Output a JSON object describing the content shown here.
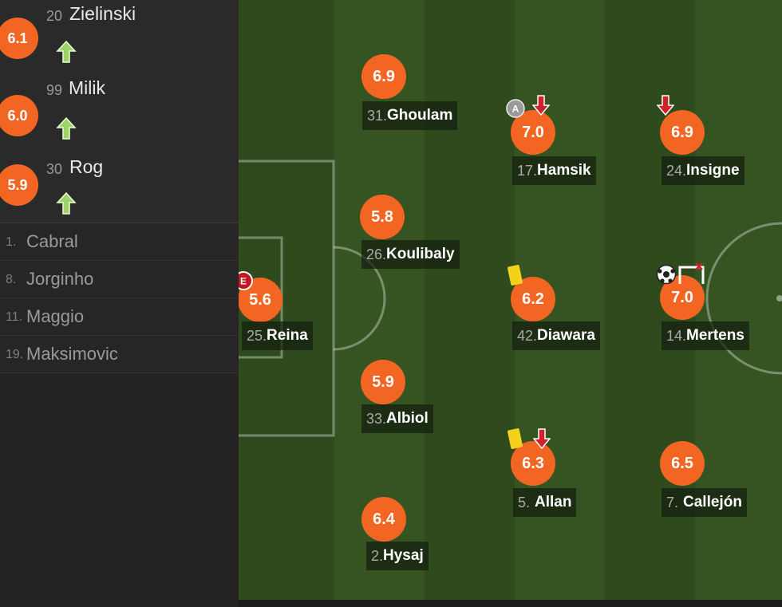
{
  "colors": {
    "rating_bg": "#f26522",
    "sub_in_arrow": "#9fd36a",
    "sub_out_arrow": "#d0222a",
    "yellow_card": "#f2d21b",
    "pitch_dark": "#2f4a1d",
    "pitch_light": "#355422"
  },
  "subs": [
    {
      "rating": "6.1",
      "number": "20",
      "name": "Zielinski",
      "icon": "sub-in-arrow-icon"
    },
    {
      "rating": "6.0",
      "number": "99",
      "name": "Milik",
      "icon": "sub-in-arrow-icon"
    },
    {
      "rating": "5.9",
      "number": "30",
      "name": "Rog",
      "icon": "sub-in-arrow-icon"
    }
  ],
  "bench": [
    {
      "number": "1.",
      "name": "Cabral"
    },
    {
      "number": "8.",
      "name": "Jorginho"
    },
    {
      "number": "11.",
      "name": "Maggio"
    },
    {
      "number": "19.",
      "name": "Maksimovic"
    }
  ],
  "players": [
    {
      "rating": "5.6",
      "number": "25.",
      "name": "Reina",
      "icons": [
        "error-icon"
      ]
    },
    {
      "rating": "6.9",
      "number": "31.",
      "name": "Ghoulam",
      "icons": []
    },
    {
      "rating": "5.8",
      "number": "26.",
      "name": "Koulibaly",
      "icons": []
    },
    {
      "rating": "5.9",
      "number": "33.",
      "name": "Albiol",
      "icons": []
    },
    {
      "rating": "6.4",
      "number": "2.",
      "name": "Hysaj",
      "icons": []
    },
    {
      "rating": "7.0",
      "number": "17.",
      "name": "Hamsik",
      "icons": [
        "captain-icon",
        "sub-out-arrow-icon"
      ]
    },
    {
      "rating": "6.2",
      "number": "42.",
      "name": "Diawara",
      "icons": [
        "yellow-card-icon"
      ]
    },
    {
      "rating": "6.3",
      "number": "5.",
      "name": "Allan",
      "icons": [
        "yellow-card-icon",
        "sub-out-arrow-icon"
      ]
    },
    {
      "rating": "6.9",
      "number": "24.",
      "name": "Insigne",
      "icons": [
        "sub-out-arrow-icon"
      ]
    },
    {
      "rating": "7.0",
      "number": "14.",
      "name": "Mertens",
      "icons": [
        "ball-icon",
        "goal-icon"
      ]
    },
    {
      "rating": "6.5",
      "number": "7.",
      "name": "Callejón",
      "icons": []
    }
  ],
  "badges": {
    "error": "E",
    "captain": "A"
  }
}
